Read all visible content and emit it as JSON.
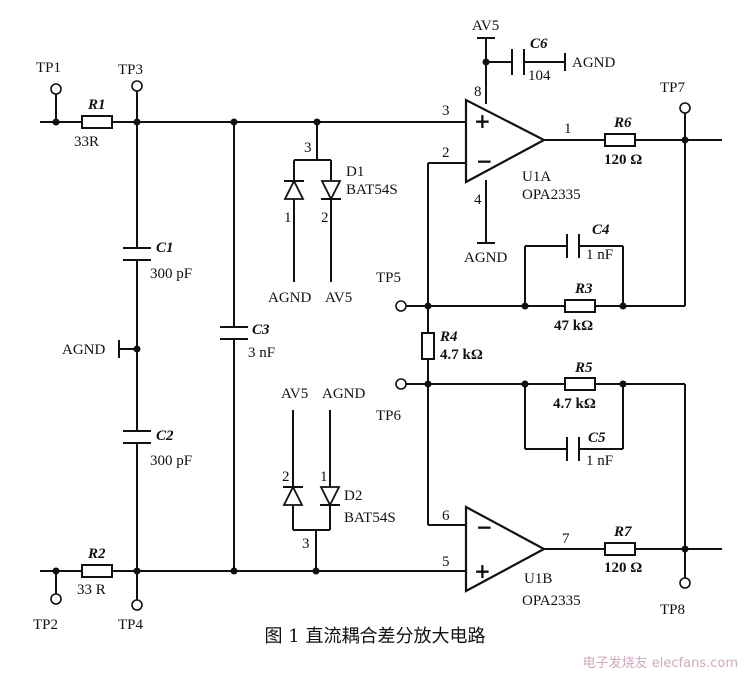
{
  "testpoints": {
    "tp1": "TP1",
    "tp2": "TP2",
    "tp3": "TP3",
    "tp4": "TP4",
    "tp5": "TP5",
    "tp6": "TP6",
    "tp7": "TP7",
    "tp8": "TP8"
  },
  "resistors": {
    "r1": {
      "ref": "R",
      "num": "1",
      "value": "33R"
    },
    "r2": {
      "ref": "R",
      "num": "2",
      "value": "33 R"
    },
    "r3": {
      "ref": "R",
      "num": "3",
      "value": "47 kΩ"
    },
    "r4": {
      "ref": "R",
      "num": "4",
      "value": "4.7 kΩ"
    },
    "r5": {
      "ref": "R",
      "num": "5",
      "value": "4.7 kΩ"
    },
    "r6": {
      "ref": "R",
      "num": "6",
      "value": "120 Ω"
    },
    "r7": {
      "ref": "R",
      "num": "7",
      "value": "120 Ω"
    }
  },
  "capacitors": {
    "c1": {
      "ref": "C",
      "num": "1",
      "value": "300 pF"
    },
    "c2": {
      "ref": "C",
      "num": "2",
      "value": "300 pF"
    },
    "c3": {
      "ref": "C",
      "num": "3",
      "value": "3 nF"
    },
    "c4": {
      "ref": "C",
      "num": "4",
      "value": "1 nF"
    },
    "c5": {
      "ref": "C",
      "num": "5",
      "value": "1 nF"
    },
    "c6": {
      "ref": "C",
      "num": "6",
      "value": "104"
    }
  },
  "diodes": {
    "d1": {
      "ref": "D1",
      "part": "BAT54S",
      "pins": [
        "1",
        "2",
        "3"
      ]
    },
    "d2": {
      "ref": "D2",
      "part": "BAT54S",
      "pins": [
        "2",
        "1",
        "3"
      ]
    }
  },
  "opamps": {
    "u1a": {
      "ref": "U1A",
      "part": "OPA2335",
      "pins": {
        "in_plus": "3",
        "in_minus": "2",
        "out": "1",
        "vplus": "8",
        "vminus": "4"
      }
    },
    "u1b": {
      "ref": "U1B",
      "part": "OPA2335",
      "pins": {
        "in_minus": "6",
        "in_plus": "5",
        "out": "7"
      }
    }
  },
  "nets": {
    "agnd": "AGND",
    "av5": "AV5"
  },
  "signs": {
    "plus": "+",
    "minus": "−"
  },
  "caption": "图 1 直流耦合差分放大电路",
  "watermark": "电子发烧友 elecfans.com"
}
